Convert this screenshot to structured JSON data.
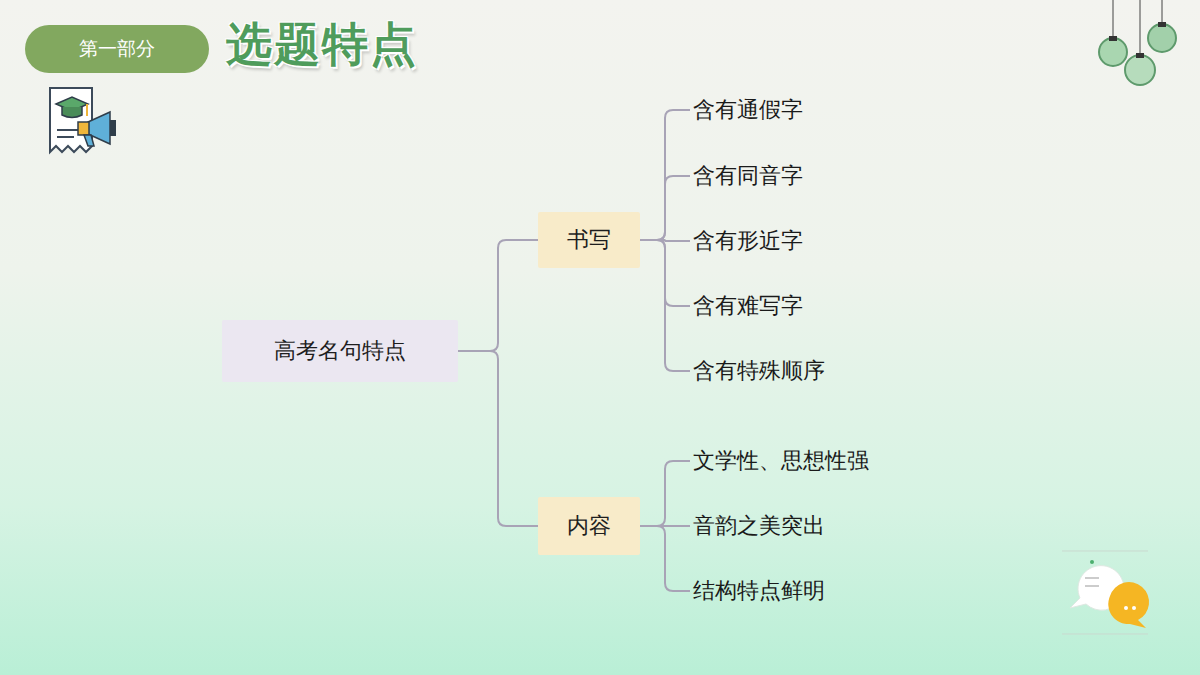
{
  "diagram": {
    "title": "选题特点",
    "nodes": [
      {
        "text": [
          "第一部分"
        ]
      },
      {
        "text": [
          "高考名句特点"
        ]
      },
      {
        "text": [
          "书写"
        ]
      },
      {
        "text": [
          "含有通假字"
        ]
      },
      {
        "text": [
          "含有同音字"
        ]
      },
      {
        "text": [
          "含有形近字"
        ]
      },
      {
        "text": [
          "含有难写字"
        ]
      },
      {
        "text": [
          "含有特殊顺序"
        ]
      },
      {
        "text": [
          "内容"
        ]
      },
      {
        "text": [
          "文学性、思想性强"
        ]
      },
      {
        "text": [
          "音韵之美突出"
        ]
      },
      {
        "text": [
          "结构特点鲜明"
        ]
      }
    ],
    "edges": [
      {
        "from": 1,
        "to": 2,
        "arrow": "none"
      },
      {
        "from": 1,
        "to": 8,
        "arrow": "none"
      },
      {
        "from": 2,
        "to": 3,
        "arrow": "none"
      },
      {
        "from": 2,
        "to": 4,
        "arrow": "none"
      },
      {
        "from": 2,
        "to": 5,
        "arrow": "none"
      },
      {
        "from": 2,
        "to": 6,
        "arrow": "none"
      },
      {
        "from": 2,
        "to": 7,
        "arrow": "none"
      },
      {
        "from": 8,
        "to": 9,
        "arrow": "none"
      },
      {
        "from": 8,
        "to": 10,
        "arrow": "none"
      },
      {
        "from": 8,
        "to": 11,
        "arrow": "none"
      }
    ]
  }
}
